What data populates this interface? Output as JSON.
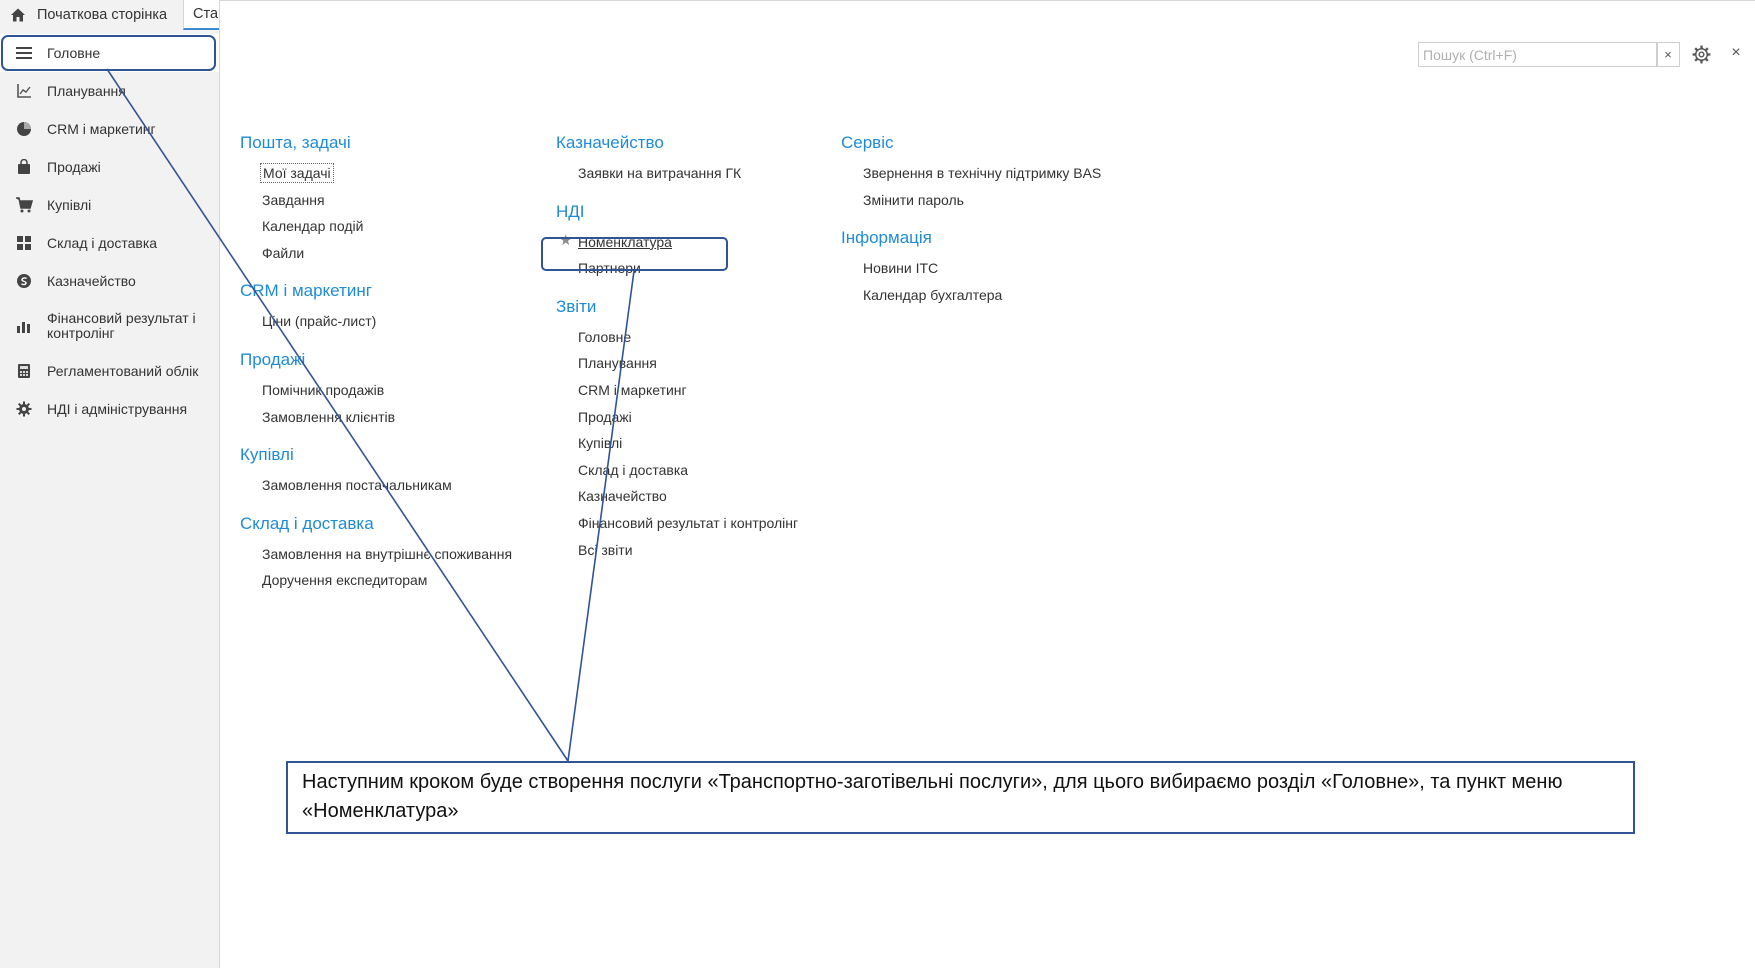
{
  "tabs": {
    "home": "Початкова сторінка",
    "start": "Ста"
  },
  "sidebar": {
    "items": [
      {
        "label": "Головне",
        "icon": "menu-lines-icon"
      },
      {
        "label": "Планування",
        "icon": "chart-axes-icon"
      },
      {
        "label": "CRM і маркетинг",
        "icon": "pie-chart-icon"
      },
      {
        "label": "Продажі",
        "icon": "shopping-bag-icon"
      },
      {
        "label": "Купівлі",
        "icon": "cart-icon"
      },
      {
        "label": "Склад і доставка",
        "icon": "grid-icon"
      },
      {
        "label": "Казначейство",
        "icon": "coin-icon"
      },
      {
        "label": "Фінансовий результат і контролінг",
        "icon": "bar-chart-icon"
      },
      {
        "label": "Регламентований облік",
        "icon": "calculator-icon"
      },
      {
        "label": "НДІ і адміністрування",
        "icon": "gear-icon"
      }
    ]
  },
  "search": {
    "placeholder": "Пошук (Ctrl+F)",
    "clear": "×"
  },
  "close": "×",
  "columns": [
    [
      {
        "title": "Пошта, задачі",
        "links": [
          "Мої задачі",
          "Завдання",
          "Календар подій",
          "Файли"
        ]
      },
      {
        "title": "CRM і маркетинг",
        "links": [
          "Ціни (прайс-лист)"
        ]
      },
      {
        "title": "Продажі",
        "links": [
          "Помічник продажів",
          "Замовлення клієнтів"
        ]
      },
      {
        "title": "Купівлі",
        "links": [
          "Замовлення постачальникам"
        ]
      },
      {
        "title": "Склад і доставка",
        "links": [
          "Замовлення на внутрішнє споживання",
          "Доручення експедиторам"
        ]
      }
    ],
    [
      {
        "title": "Казначейство",
        "links": [
          "Заявки на витрачання ГК"
        ]
      },
      {
        "title": "НДІ",
        "links": [
          "Номенклатура",
          "Партнери"
        ]
      },
      {
        "title": "Звіти",
        "links": [
          "Головне",
          "Планування",
          "CRM і маркетинг",
          "Продажі",
          "Купівлі",
          "Склад і доставка",
          "Казначейство",
          "Фінансовий результат і контролінг",
          "Всі звіти"
        ]
      }
    ],
    [
      {
        "title": "Сервіс",
        "links": [
          "Звернення в технічну підтримку BAS",
          "Змінити пароль"
        ]
      },
      {
        "title": "Інформація",
        "links": [
          "Новини ІТС",
          "Календар бухгалтера"
        ]
      }
    ]
  ],
  "callout": {
    "text": "Наступним кроком буде створення послуги «Транспортно-заготівельні послуги», для цього вибираємо розділ «Головне», та пункт меню «Номенклатура»"
  },
  "colors": {
    "accent_blue": "#1f8bd6",
    "annotation_blue": "#2f5597"
  }
}
